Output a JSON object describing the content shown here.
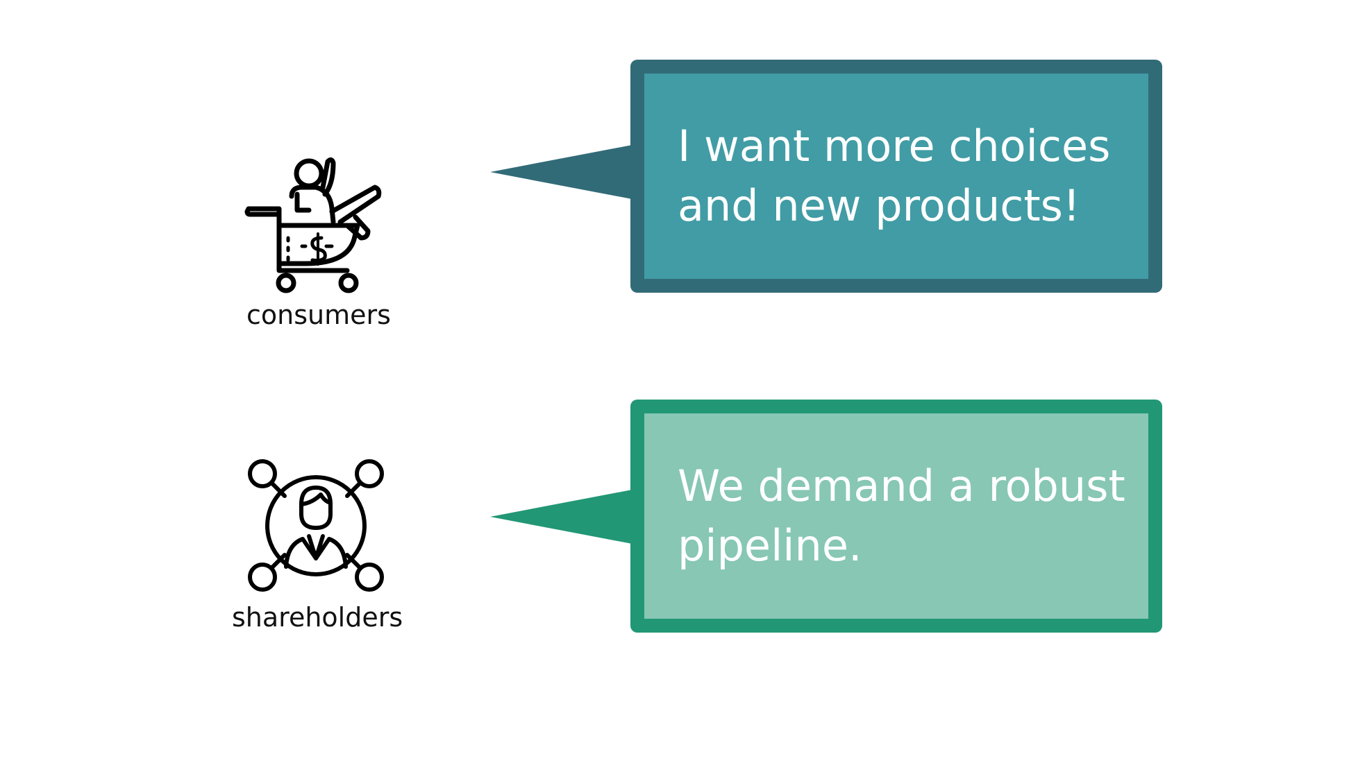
{
  "actors": [
    {
      "id": "consumers",
      "label": "consumers",
      "icon": "shopping-cart-person-icon",
      "quote_lines": [
        "I want more choices",
        "and new products!"
      ],
      "colors": {
        "border": "#326b78",
        "fill": "#419ca5"
      }
    },
    {
      "id": "shareholders",
      "label": "shareholders",
      "icon": "shareholder-network-icon",
      "quote_lines": [
        "We demand a robust",
        "pipeline."
      ],
      "colors": {
        "border": "#229775",
        "fill": "#87c7b4"
      }
    }
  ]
}
